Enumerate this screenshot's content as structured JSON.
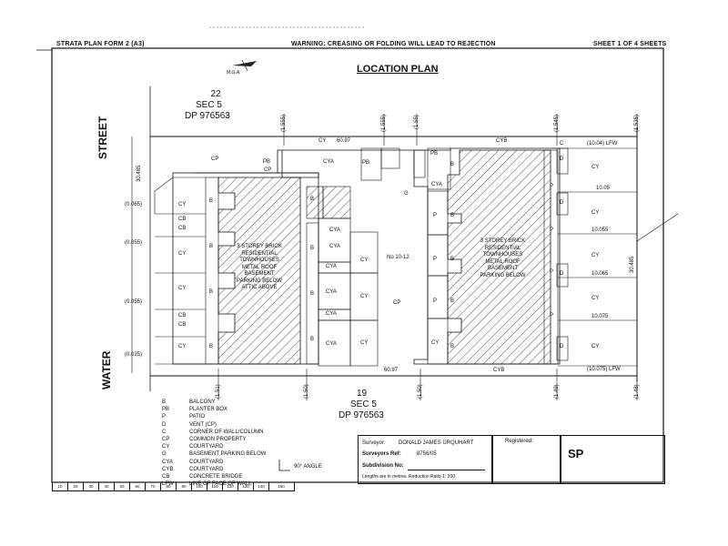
{
  "header": {
    "form": "STRATA PLAN FORM 2  (A3)",
    "warning": "WARNING: CREASING OR FOLDING WILL LEAD TO REJECTION",
    "sheet": "SHEET 1    OF  4 SHEETS"
  },
  "plan": {
    "north": "M.G.A.",
    "title": "LOCATION PLAN",
    "top_lot": {
      "lot": "22",
      "sec": "SEC 5",
      "dp": "DP 976563"
    },
    "bottom_lot": {
      "lot": "19",
      "sec": "SEC 5",
      "dp": "DP 976563"
    },
    "street_top": "STREET",
    "street_bottom": "WATER",
    "dim_top": "60.97",
    "dim_bottom": "60.97",
    "dim_left": "30.485",
    "dim_right": "30.485",
    "address": "No 10-12",
    "building_left": [
      "3 STOREY BRICK",
      "RESIDENTIAL",
      "TOWNHOUSES",
      "METAL ROOF",
      "BASEMENT",
      "PARKING BELOW",
      "ATTIC ABOVE"
    ],
    "building_right": [
      "3 STOREY BRICK",
      "RESIDENTIAL",
      "TOWNHOUSES",
      "METAL ROOF",
      "BASEMENT",
      "PARKING BELOW"
    ],
    "top_offsets": [
      "(1.555)",
      "(1.555)",
      "(1.55)",
      "(1.545)",
      "(1.535)"
    ],
    "bottom_offsets": [
      "(1.51)",
      "(1.50)",
      "(1.50)",
      "(1.49)",
      "(1.48)"
    ],
    "left_offsets": [
      "(0.065)",
      "(0.055)",
      "(0.055)",
      "(0.035)"
    ],
    "right_dims": [
      "(10.04) LFW",
      "10.05",
      "10.055",
      "10.065",
      "10.075",
      "(10.075) LFW"
    ],
    "labels": {
      "cy": "CY",
      "cya": "CYA",
      "cyb": "CYB",
      "cp": "CP",
      "pb": "PB",
      "p": "P",
      "b": "B",
      "d": "D",
      "cb": "CB",
      "g": "G",
      "c": "C"
    }
  },
  "legend": [
    {
      "code": "B",
      "desc": "BALCONY"
    },
    {
      "code": "PB",
      "desc": "PLANTER BOX"
    },
    {
      "code": "P",
      "desc": "PATIO"
    },
    {
      "code": "D",
      "desc": "VENT (CP)"
    },
    {
      "code": "C",
      "desc": "CORNER OF WALL/COLUMN"
    },
    {
      "code": "CP",
      "desc": "COMMON PROPERTY"
    },
    {
      "code": "CY",
      "desc": "COURTYARD"
    },
    {
      "code": "G",
      "desc": "BASEMENT PARKING BELOW"
    },
    {
      "code": "CYA",
      "desc": "COURTYARD"
    },
    {
      "code": "CYB",
      "desc": "COURTYARD"
    },
    {
      "code": "CB",
      "desc": "CONCRETE BRIDGE"
    },
    {
      "code": "LFW",
      "desc": "LINE OF FACE OF WALL"
    }
  ],
  "angle_note": "90° ANGLE",
  "title_block": {
    "surveyor_label": "Surveyor:",
    "surveyor": "DONALD JAMES URQUHART",
    "ref_label": "Surveyors Ref:",
    "ref": "8756/05",
    "subdivision_label": "Subdivision No:",
    "lengths": "Lengths are in metres.  Reduction Ratio 1:  200",
    "registered_label": "Registered:",
    "sp": "SP"
  },
  "scale_bar": [
    "10",
    "20",
    "30",
    "40",
    "50",
    "60",
    "70",
    "80",
    "90",
    "100",
    "110",
    "120",
    "130",
    "140",
    "150"
  ]
}
